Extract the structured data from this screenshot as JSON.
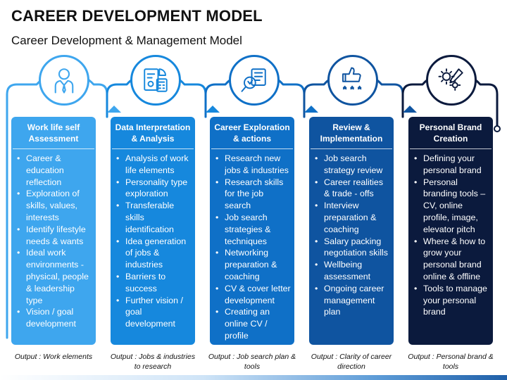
{
  "header": {
    "title": "CAREER DEVELOPMENT MODEL",
    "subtitle": "Career Development & Management Model"
  },
  "colors": {
    "stage1": "#3ea6ee",
    "stage2": "#1688dd",
    "stage3": "#0f70c7",
    "stage4": "#0f54a0",
    "stage5": "#0b1a3d"
  },
  "stages": [
    {
      "title": "Work life self Assessment",
      "icon": "businessman-icon",
      "items": [
        "Career & education reflection",
        "Exploration of skills, values, interests",
        "Identify lifestyle needs & wants",
        "Ideal work environments - physical, people & leadership type",
        "Vision / goal development"
      ],
      "output": "Output : Work elements"
    },
    {
      "title": "Data Interpretation & Analysis",
      "icon": "report-calculator-icon",
      "items": [
        "Analysis of work life elements",
        "Personality type exploration",
        "Transferable skills identification",
        "Idea generation of jobs & industries",
        "Barriers to success",
        "Further vision / goal development"
      ],
      "output": "Output : Jobs & industries to research"
    },
    {
      "title": "Career Exploration & actions",
      "icon": "magnifier-search-icon",
      "items": [
        "Research new jobs & industries",
        "Research skills for the job search",
        "Job search strategies & techniques",
        "Networking preparation & coaching",
        "CV & cover letter development",
        "Creating an online CV / profile"
      ],
      "output": "Output : Job search plan & tools"
    },
    {
      "title": "Review & Implementation",
      "icon": "thumbs-up-rating-icon",
      "items": [
        "Job search strategy review",
        "Career realities & trade - offs",
        "Interview preparation & coaching",
        "Salary packing negotiation skills",
        "Wellbeing assessment",
        "Ongoing career management plan"
      ],
      "output": "Output : Clarity of career direction"
    },
    {
      "title": "Personal Brand Creation",
      "icon": "gears-pencil-icon",
      "items": [
        "Defining your personal brand",
        "Personal branding tools – CV, online profile, image, elevator pitch",
        "Where & how to grow your personal brand online & offline",
        "Tools to manage your personal brand"
      ],
      "output": "Output : Personal brand & tools"
    }
  ]
}
